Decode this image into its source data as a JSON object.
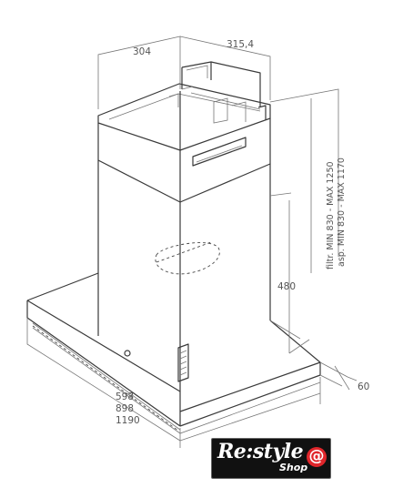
{
  "dimensions": {
    "top_width_front": "304",
    "top_width_side": "315,4",
    "height_filter": "filtr. MIN 830 - MAX 1250",
    "height_aspiration": "asp. MIN 830 - MAX 1170",
    "canopy_height": "480",
    "canopy_depth": "60",
    "width_1": "598",
    "width_2": "898",
    "width_3": "1190"
  },
  "logo": {
    "brand": "Re:style",
    "sub": "Shop",
    "symbol": "@",
    "accent": "#e0262b"
  }
}
